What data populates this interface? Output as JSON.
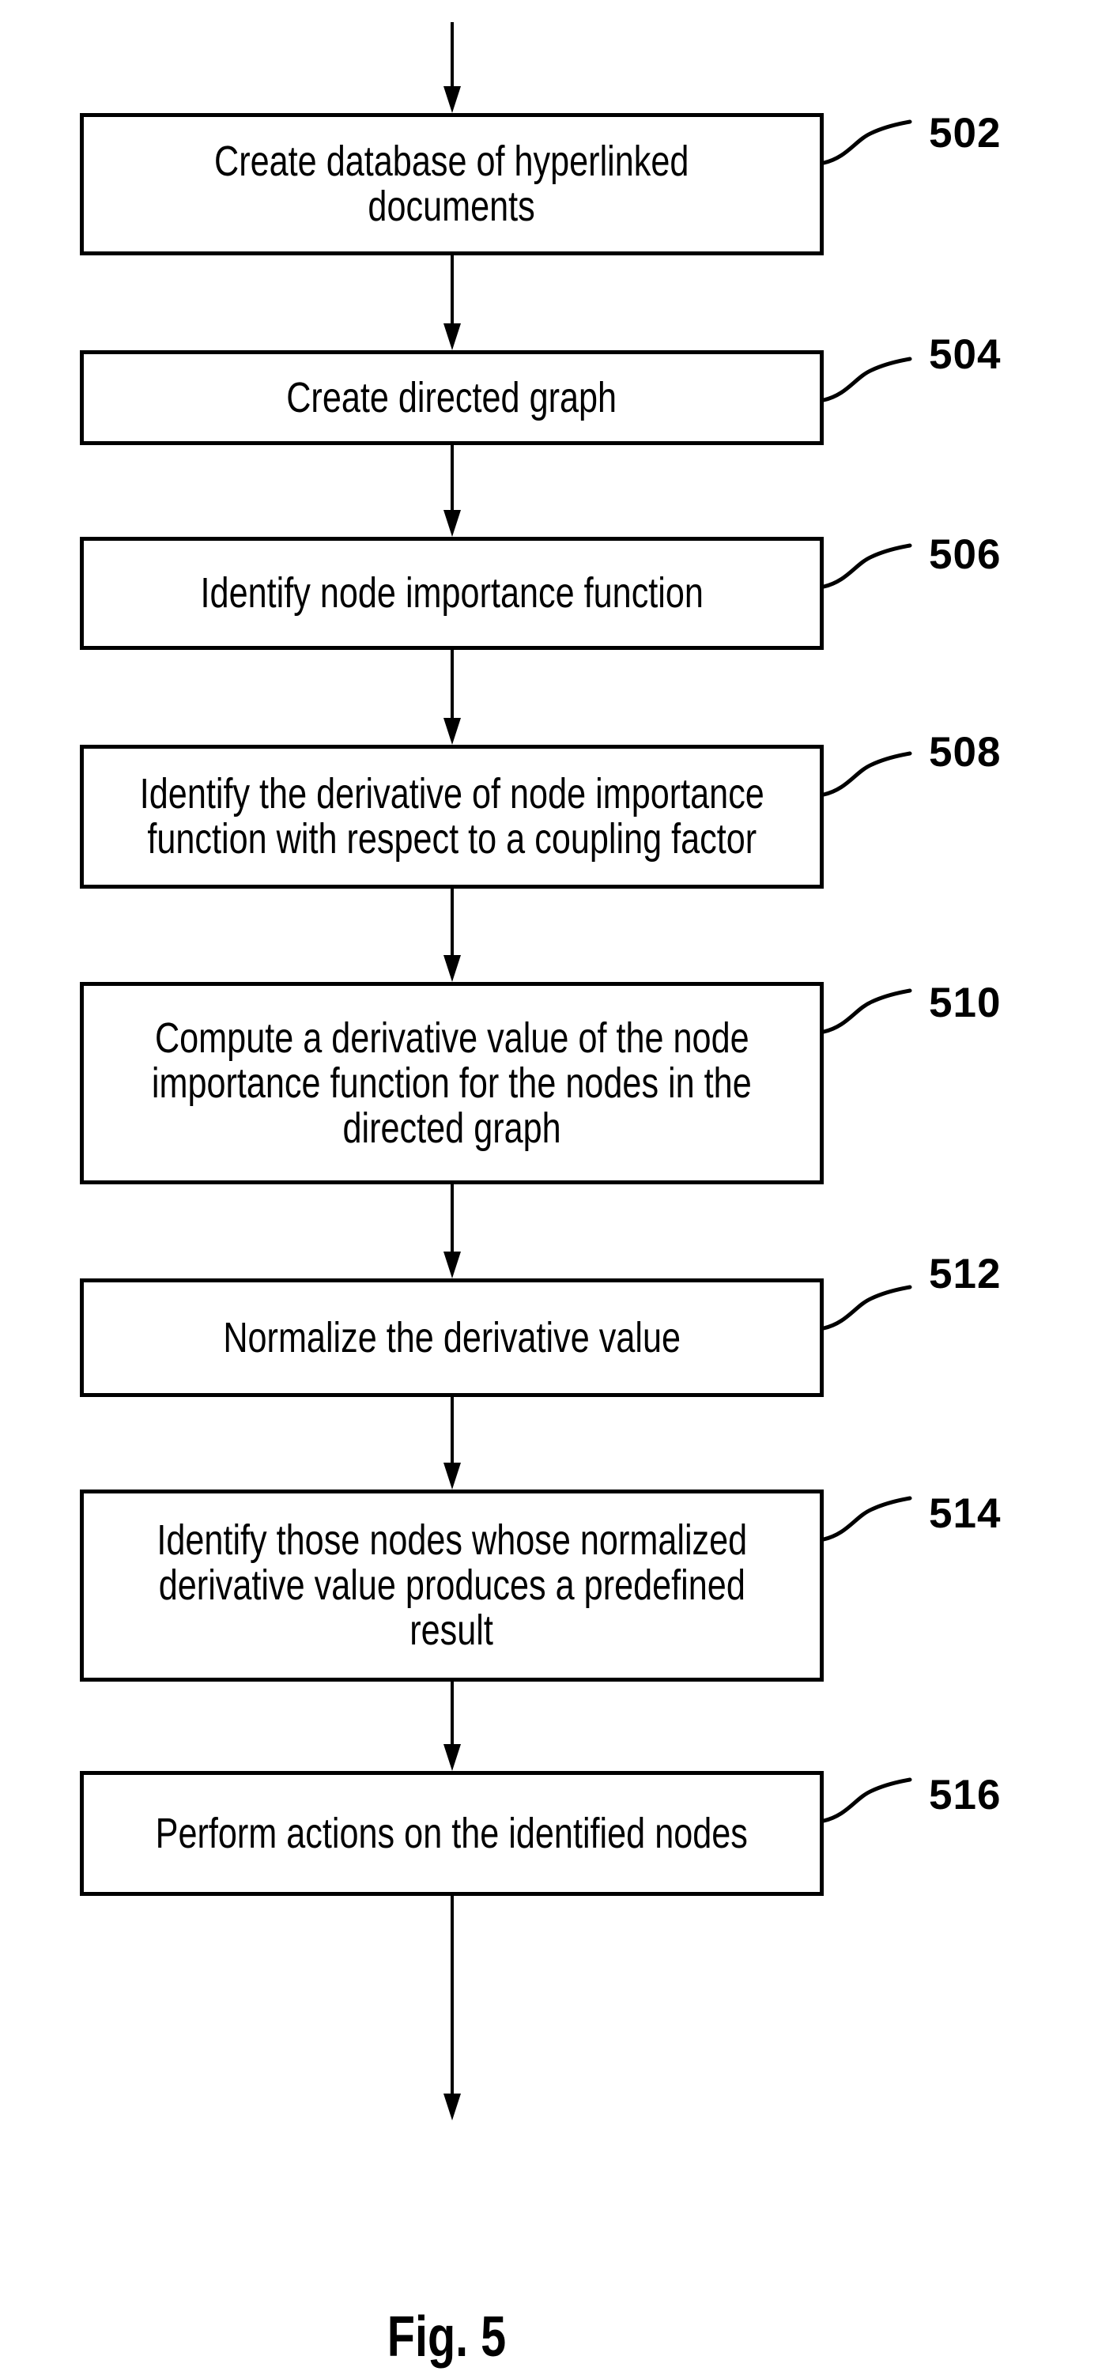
{
  "figure": {
    "caption": "Fig. 5"
  },
  "colors": {
    "background": "#ffffff",
    "line": "#000000",
    "text": "#000000"
  },
  "flowchart": {
    "steps": [
      {
        "ref": "502",
        "lines": [
          "Create database of hyperlinked",
          "documents"
        ]
      },
      {
        "ref": "504",
        "lines": [
          "Create directed graph"
        ]
      },
      {
        "ref": "506",
        "lines": [
          "Identify node importance function"
        ]
      },
      {
        "ref": "508",
        "lines": [
          "Identify the derivative of node importance",
          "function with respect to a coupling factor"
        ]
      },
      {
        "ref": "510",
        "lines": [
          "Compute a derivative value of the node",
          "importance function for the nodes in the",
          "directed graph"
        ]
      },
      {
        "ref": "512",
        "lines": [
          "Normalize the derivative value"
        ]
      },
      {
        "ref": "514",
        "lines": [
          "Identify those nodes whose normalized",
          "derivative value produces a predefined",
          "result"
        ]
      },
      {
        "ref": "516",
        "lines": [
          "Perform actions on the identified nodes"
        ]
      }
    ]
  }
}
